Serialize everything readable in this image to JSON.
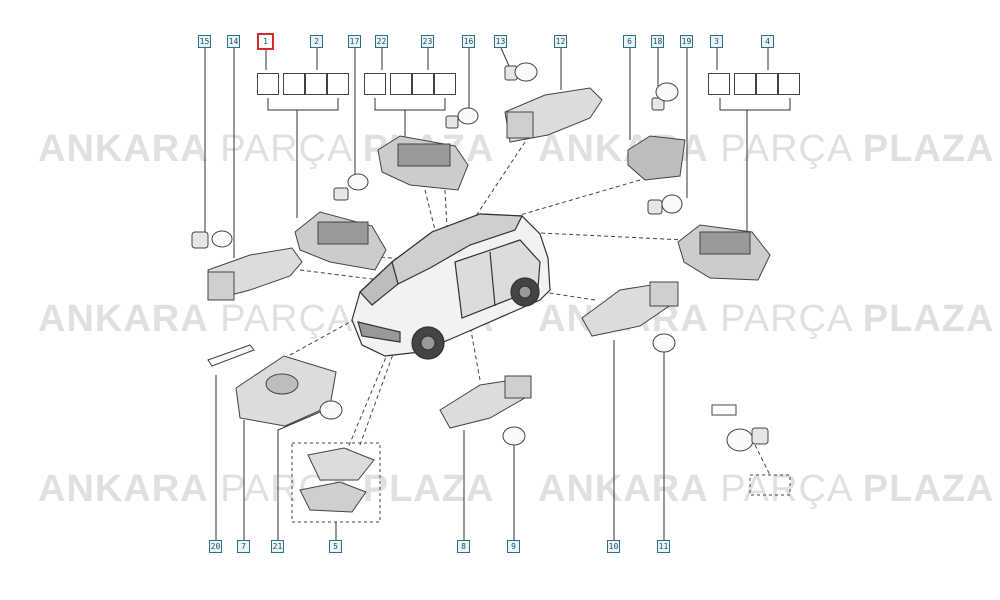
{
  "watermark": {
    "bold_left": "ANKARA",
    "light": "PARÇA",
    "bold_right": "PLAZA"
  },
  "callouts": [
    {
      "id": "c15",
      "label": "15"
    },
    {
      "id": "c14",
      "label": "14"
    },
    {
      "id": "c1",
      "label": "1",
      "selected": true
    },
    {
      "id": "c2",
      "label": "2"
    },
    {
      "id": "c17",
      "label": "17"
    },
    {
      "id": "c22",
      "label": "22"
    },
    {
      "id": "c23",
      "label": "23"
    },
    {
      "id": "c16",
      "label": "16"
    },
    {
      "id": "c13",
      "label": "13"
    },
    {
      "id": "c12",
      "label": "12"
    },
    {
      "id": "c6",
      "label": "6"
    },
    {
      "id": "c18",
      "label": "18"
    },
    {
      "id": "c19",
      "label": "19"
    },
    {
      "id": "c3",
      "label": "3"
    },
    {
      "id": "c4",
      "label": "4"
    },
    {
      "id": "c20",
      "label": "20"
    },
    {
      "id": "c7",
      "label": "7"
    },
    {
      "id": "c21",
      "label": "21"
    },
    {
      "id": "c5",
      "label": "5"
    },
    {
      "id": "c8",
      "label": "8"
    },
    {
      "id": "c9",
      "label": "9"
    },
    {
      "id": "c10",
      "label": "10"
    },
    {
      "id": "c11",
      "label": "11"
    }
  ],
  "colors": {
    "callout_border": "#2f6f87",
    "selected_border": "#d32a2a",
    "line": "#333333",
    "part": "#555555"
  }
}
